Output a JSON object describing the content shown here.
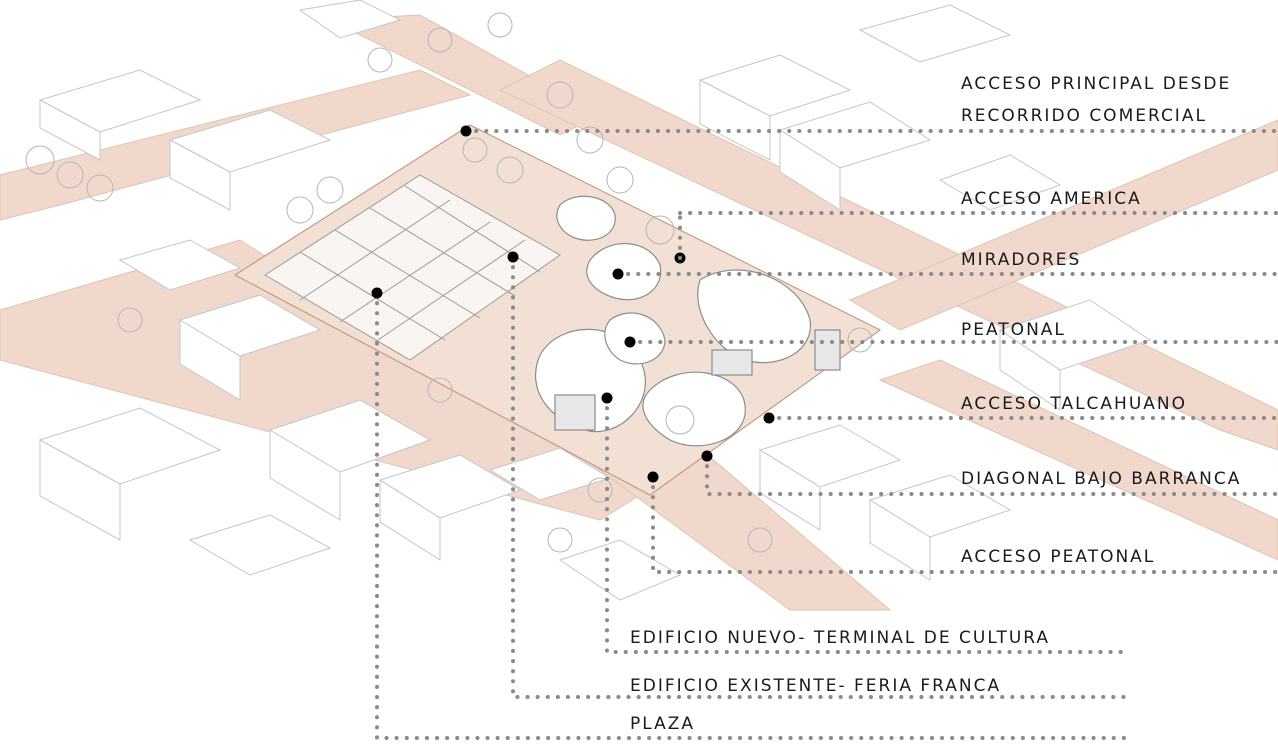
{
  "colors": {
    "background": "#ffffff",
    "street_fill": "#f0d9cc",
    "street_edge": "#d9b9a6",
    "site_fill": "#f3e0d5",
    "building_line": "#c8c8c8",
    "leader": "#8a8a8a",
    "marker": "#000000",
    "text": "#1a1a1a"
  },
  "labels": {
    "acceso_principal_1": "ACCESO PRINCIPAL DESDE",
    "acceso_principal_2": "RECORRIDO COMERCIAL",
    "acceso_america": "ACCESO AMERICA",
    "miradores": "MIRADORES",
    "peatonal": "PEATONAL",
    "acceso_talcahuano": "ACCESO TALCAHUANO",
    "diagonal_bajo_barranca": "DIAGONAL BAJO BARRANCA",
    "acceso_peatonal": "ACCESO PEATONAL",
    "edificio_nuevo": "EDIFICIO NUEVO- TERMINAL DE CULTURA",
    "edificio_existente": "EDIFICIO EXISTENTE- FERIA FRANCA",
    "plaza": "PLAZA"
  }
}
